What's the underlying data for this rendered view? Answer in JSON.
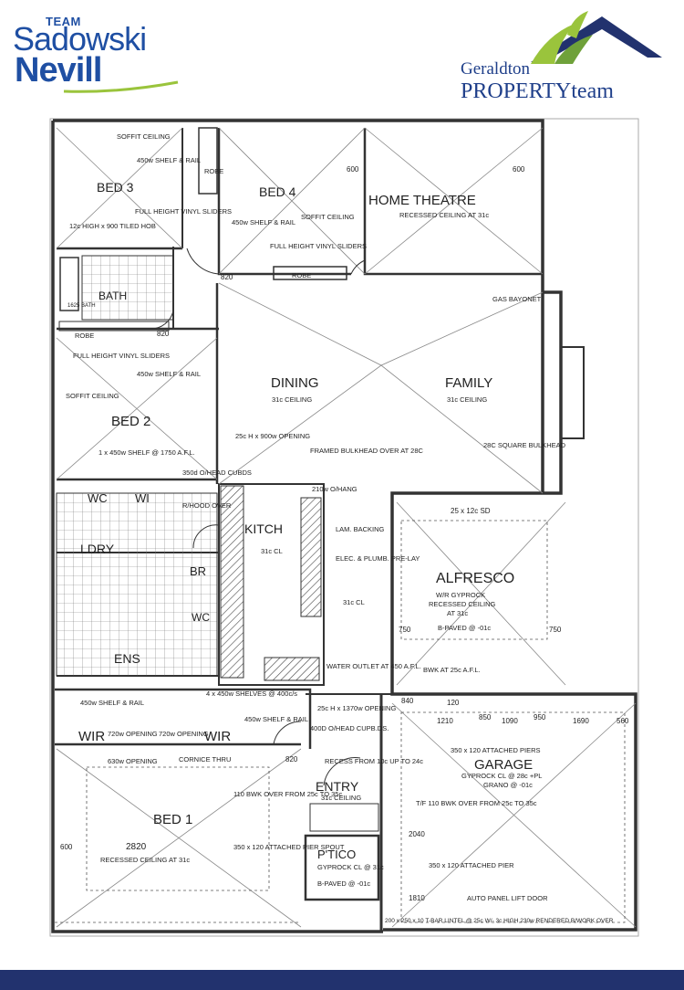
{
  "header": {
    "left_logo": {
      "team": "TEAM",
      "line1": "Sadowski",
      "line2": "Nevill"
    },
    "right_logo": {
      "city": "Geraldton",
      "brand": "PROPERTYteam"
    }
  },
  "rooms": {
    "bed3": "BED 3",
    "bed4": "BED 4",
    "home_theatre": "HOME THEATRE",
    "bath": "BATH",
    "dining": "DINING",
    "family": "FAMILY",
    "bed2": "BED 2",
    "kitch": "KITCH",
    "ldry": "LDRY",
    "wc": "WC",
    "wi": "WI",
    "br": "BR",
    "wc2": "WC",
    "ens": "ENS",
    "alfresco": "ALFRESCO",
    "wir1": "WIR",
    "wir2": "WIR",
    "bed1": "BED 1",
    "entry": "ENTRY",
    "garage": "GARAGE",
    "ptico": "P'TICO"
  },
  "notes": {
    "soffit_ceiling": "SOFFIT CEILING",
    "shelf_rail_450": "450w SHELF & RAIL",
    "full_height_vinyl": "FULL HEIGHT VINYL SLIDERS",
    "tiled_hob": "12c HIGH x 900 TILED HOB",
    "robe": "ROBE",
    "recessed_ceiling_31c": "RECESSED CEILING AT 31c",
    "gas_bayonet": "GAS BAYONET",
    "dining_ceiling": "31c CEILING",
    "family_ceiling": "31c CEILING",
    "opening_25c": "25c H x 900w OPENING",
    "framed_bulkhead": "FRAMED BULKHEAD OVER AT 28C",
    "square_bulkhead": "28C SQUARE BULKHEAD",
    "shelf_1750": "1 x 450w SHELF @ 1750 A.F.L.",
    "ohead_cubds": "350d O/HEAD CUBDS",
    "rhood": "R/HOOD OVER",
    "ohang": "210w O/HANG",
    "lam_backing": "LAM. BACKING",
    "elec_plumb": "ELEC. & PLUMB. PRE-LAY",
    "kitch_ceiling": "31c CL",
    "alfresco_ceiling_1": "W/R GYPROCK",
    "alfresco_ceiling_2": "RECESSED CEILING",
    "alfresco_ceiling_3": "AT 31c",
    "alfresco_paved": "B-PAVED @ -01c",
    "bwk_at_25c": "BWK AT 25c A.F.L.",
    "water_outlet": "WATER OUTLET AT 450 A.F.L.",
    "opening_1370": "25c H x 1370w OPENING",
    "ohead_cupbds": "400D O/HEAD CUPB.DS.",
    "shelves_400": "4 x 450w SHELVES @ 400c/s",
    "opening_720": "720w OPENING",
    "opening_630": "630w OPENING",
    "cornice_thru": "CORNICE THRU",
    "recess_from": "RECESS FROM 10c UP TO 24c",
    "entry_ceiling": "31c CEILING",
    "bwk_over_bed1": "110 BWK OVER FROM 25c TO 35c",
    "attached_pier_bed1": "350 x 120 ATTACHED PIER SPOUT",
    "bed1_ceiling": "RECESSED CEILING AT 31c",
    "ptico_ceiling": "GYPROCK CL @ 31c",
    "ptico_paved": "B-PAVED @ -01c",
    "garage_piers": "350 x 120 ATTACHED PIERS",
    "garage_ceiling": "GYPROCK CL @ 28c +PL",
    "garage_grano": "GRANO @ -01c",
    "garage_bwk": "T/F 110 BWK OVER FROM 25c TO 35c",
    "garage_pier": "350 x 120 ATTACHED PIER",
    "auto_panel": "AUTO PANEL LIFT DOOR",
    "lintel": "200 x 250 x 10 T-BAR LINTEL @ 25c W/- 3c HIGH 230w RENDERED B/WORK OVER"
  },
  "dimensions": {
    "d600": "600",
    "d820": "820",
    "d720": "720",
    "d750": "750",
    "d1210": "1210",
    "d850": "850",
    "d1090": "1090",
    "d950": "950",
    "d1690": "1690",
    "d560": "560",
    "d2820": "2820",
    "d2040": "2040",
    "d1810": "1810",
    "d120": "120",
    "d840": "840",
    "d25x12": "25 x 12c SD",
    "d1625": "1625 BATH"
  },
  "colors": {
    "brand_blue": "#1f4fa3",
    "brand_navy": "#22326e",
    "brand_green": "#9ac43c"
  }
}
